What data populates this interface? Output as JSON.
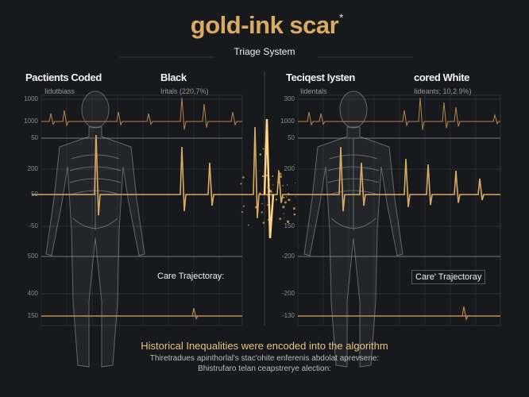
{
  "header": {
    "title": "gold-ink scar",
    "star": "*",
    "subtitle": "Triage System"
  },
  "left_panel": {
    "heading": "Pactients Coded",
    "group": "Black",
    "sublabel": "Iidutbiass",
    "stat": "Iritals (220,7%)",
    "y_ticks": [
      "1000",
      "1000",
      "50",
      "200",
      "50",
      "-50",
      "500",
      "400",
      "150"
    ],
    "trajectory_label": "Care Trajectoray:"
  },
  "right_panel": {
    "heading": "Teciqest Iysten",
    "group": "cored White",
    "sublabel": "Iidentals",
    "stat": "Iideants; 10,2.9%)",
    "y_ticks": [
      "300",
      "1000",
      "50",
      "200",
      "",
      "150",
      "-200",
      "-200",
      "-130"
    ],
    "trajectory_label": "Care' Trajectoray"
  },
  "footer": {
    "headline": "Historical Inequalities were encoded into the algorithm",
    "line1": "Thiretradues apinthorlal's stac'ohite enferenis abdolat aprevsene:",
    "line2": "Bhistrufaro telan ceapstrerye alection:"
  },
  "colors": {
    "background": "#17191c",
    "gold": "#d9ab62",
    "trace": "#b8844a",
    "grid": "#444a52"
  }
}
